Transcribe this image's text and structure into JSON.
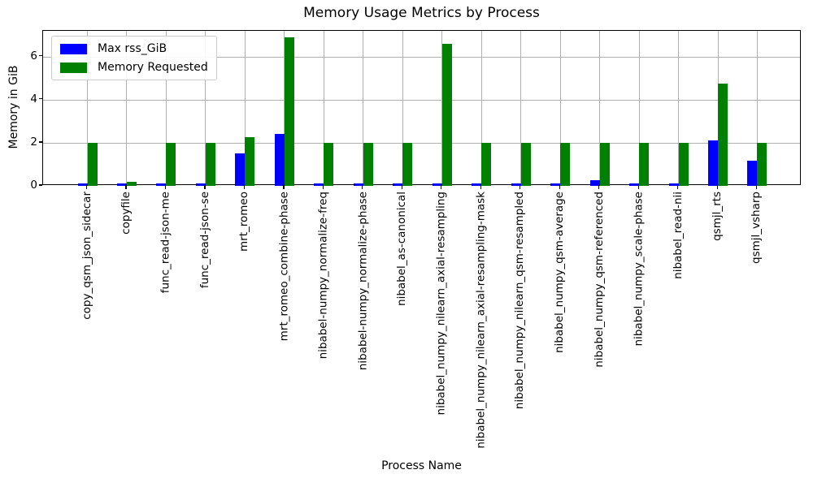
{
  "chart_data": {
    "type": "bar",
    "title": "Memory Usage Metrics by Process",
    "xlabel": "Process Name",
    "ylabel": "Memory in GiB",
    "ylim": [
      0,
      7.2
    ],
    "yticks": [
      0,
      2,
      4,
      6
    ],
    "grid": true,
    "legend_position": "upper left",
    "categories": [
      "copy_qsm_json_sidecar",
      "copyfile",
      "func_read-json-me",
      "func_read-json-se",
      "mrt_romeo",
      "mrt_romeo_combine-phase",
      "nibabel-numpy_normalize-freq",
      "nibabel-numpy_normalize-phase",
      "nibabel_as-canonical",
      "nibabel_numpy_nilearn_axial-resampling",
      "nibabel_numpy_nilearn_axial-resampling-mask",
      "nibabel_numpy_nilearn_qsm-resampled",
      "nibabel_numpy_qsm-average",
      "nibabel_numpy_qsm-referenced",
      "nibabel_numpy_scale-phase",
      "nibabel_read-nii",
      "qsmjl_rts",
      "qsmjl_vsharp"
    ],
    "series": [
      {
        "name": "Max rss_GiB",
        "color": "#0000ff",
        "values": [
          0.12,
          0.12,
          0.12,
          0.12,
          1.5,
          2.4,
          0.12,
          0.12,
          0.12,
          0.12,
          0.12,
          0.12,
          0.12,
          0.25,
          0.12,
          0.12,
          2.1,
          1.15
        ]
      },
      {
        "name": "Memory Requested",
        "color": "#008000",
        "values": [
          2.0,
          0.2,
          2.0,
          2.0,
          2.25,
          6.9,
          2.0,
          2.0,
          2.0,
          6.6,
          2.0,
          2.0,
          2.0,
          2.0,
          2.0,
          2.0,
          4.75,
          2.0
        ]
      }
    ],
    "colors": {
      "grid": "#b0b0b0",
      "axis": "#000000",
      "background": "#ffffff"
    }
  }
}
